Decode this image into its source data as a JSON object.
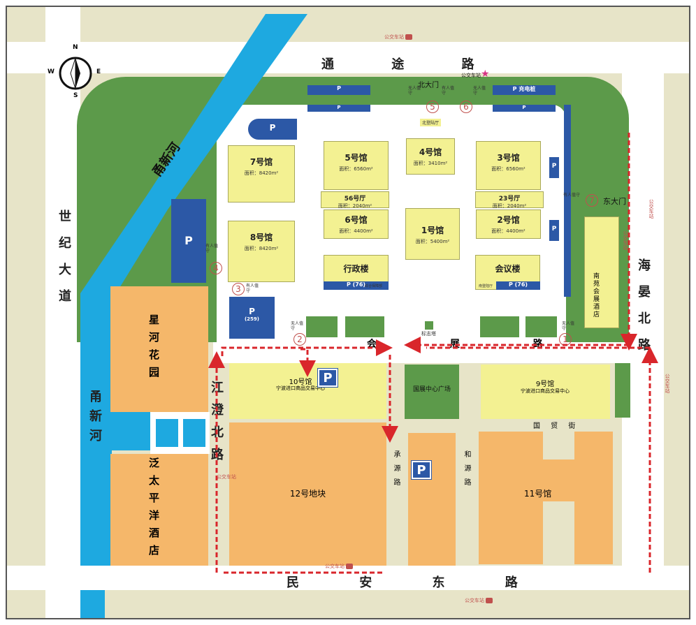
{
  "compass": {
    "n": "N",
    "s": "S",
    "e": "E",
    "w": "W"
  },
  "roads": {
    "tongtu": "通 途 路",
    "minan": "民 安 东 路",
    "huiyan": "海晏北路",
    "shiji": "世纪大道",
    "jiangcheng": "江澄北路",
    "huizhan": "会 展 路",
    "chengyuan": "承源路",
    "heyuan": "和源路",
    "guomao": "国 贸 街"
  },
  "rivers": {
    "upper": "甬新河",
    "lower": "甬新河"
  },
  "gates": {
    "north": "北大门",
    "east": "东大门",
    "north_hall": "北登陆厅",
    "landmark": "标志塔"
  },
  "gate_numbers": [
    "1",
    "2",
    "3",
    "4",
    "5",
    "6",
    "7"
  ],
  "guard_labels": {
    "manned": "有人值守",
    "unmanned": "无人值守"
  },
  "halls": [
    {
      "id": "7",
      "name": "7号馆",
      "area": "面积：8420m²"
    },
    {
      "id": "8",
      "name": "8号馆",
      "area": "面积：8420m²"
    },
    {
      "id": "5",
      "name": "5号馆",
      "area": "面积：6560m²"
    },
    {
      "id": "4",
      "name": "4号馆",
      "area": "面积：3410m²"
    },
    {
      "id": "3",
      "name": "3号馆",
      "area": "面积：6560m²"
    },
    {
      "id": "56",
      "name": "56号厅",
      "area": "面积：2040m²"
    },
    {
      "id": "23",
      "name": "23号厅",
      "area": "面积：2040m²"
    },
    {
      "id": "6",
      "name": "6号馆",
      "area": "面积：4400m²"
    },
    {
      "id": "1",
      "name": "1号馆",
      "area": "面积：5400m²"
    },
    {
      "id": "2",
      "name": "2号馆",
      "area": "面积：4400m²"
    }
  ],
  "buildings": {
    "admin": "行政楼",
    "meeting": "会议楼",
    "hotel": "南苑会展酒店",
    "hall10_name": "10号馆",
    "hall10_sub": "宁波进口商品交易中心",
    "hall9_name": "9号馆",
    "hall9_sub": "宁波进口商品交易中心",
    "plaza": "国展中心广场",
    "plot12": "12号地块",
    "hall11": "11号馆",
    "xinghe": "星河花园",
    "fantai": "泛太平洋酒店"
  },
  "parking": {
    "p": "P",
    "p76_left": "P (76)",
    "p76_right": "P (76)",
    "p259_label": "P",
    "p259_count": "(259)",
    "charging": "P 充电桩",
    "service": "综合保障部",
    "south_hall": "南登陆厅"
  },
  "bus_stop": "公交车站",
  "colors": {
    "river": "#1ea9e0",
    "green": "#5c9a4a",
    "orange": "#f5b76a",
    "yellow": "#f3f192",
    "parking_blue": "#2c58a6",
    "route_red": "#d9262b",
    "land": "#e7e4c8"
  }
}
